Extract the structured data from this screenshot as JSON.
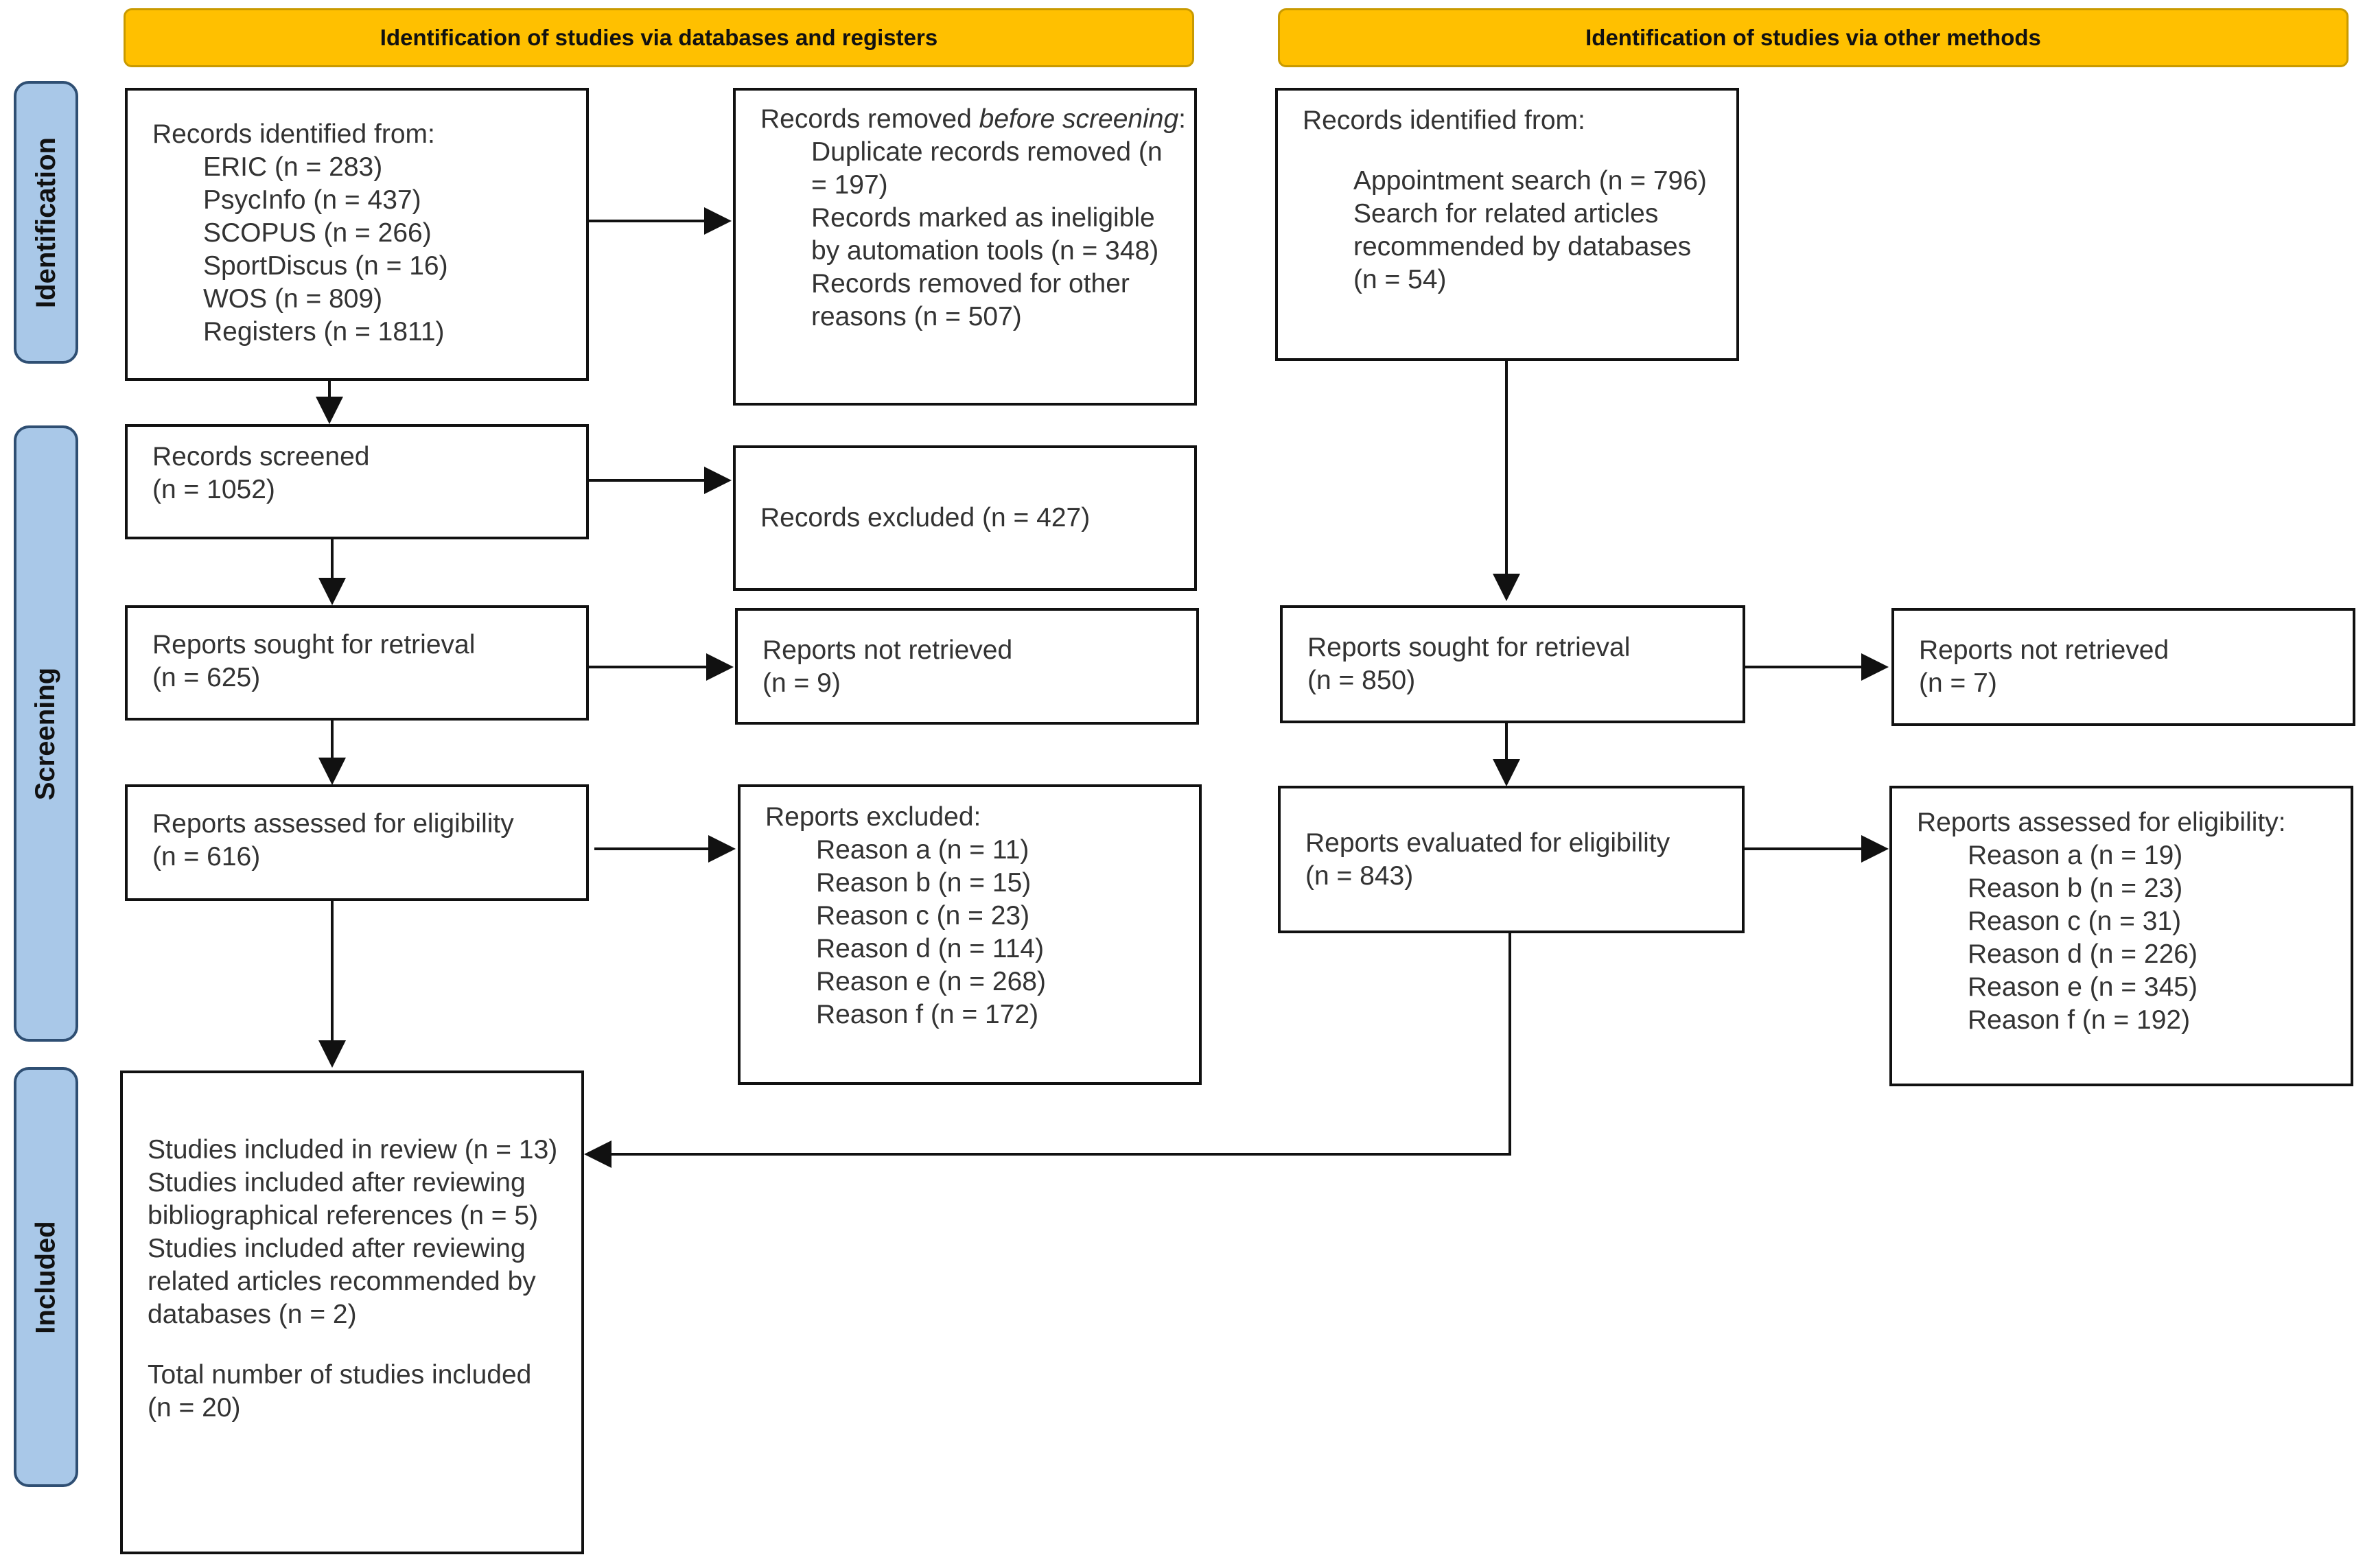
{
  "headers": {
    "left": "Identification of studies via databases and registers",
    "right": "Identification of studies via other methods"
  },
  "phases": {
    "identification": "Identification",
    "screening": "Screening",
    "included": "Included"
  },
  "databases": {
    "identified": {
      "title": "Records identified from:",
      "items": [
        "ERIC (n = 283)",
        "PsycInfo (n = 437)",
        "SCOPUS (n = 266)",
        "SportDiscus (n = 16)",
        "WOS (n = 809)",
        "Registers (n = 1811)"
      ]
    },
    "removed": {
      "title_pre": "Records removed ",
      "title_em": "before screening",
      "title_post": ":",
      "items": [
        "Duplicate records removed (n = 197)",
        "Records marked as ineligible by automation tools (n = 348)",
        "Records removed for other reasons (n = 507)"
      ]
    },
    "screened": {
      "line1": "Records screened",
      "line2": "(n = 1052)"
    },
    "excluded": {
      "text": "Records excluded (n = 427)"
    },
    "sought": {
      "line1": "Reports sought for retrieval",
      "line2": "(n = 625)"
    },
    "not_retrieved": {
      "line1": "Reports not retrieved",
      "line2": "(n = 9)"
    },
    "assessed": {
      "line1": "Reports assessed for eligibility",
      "line2": "(n = 616)"
    },
    "reports_excluded": {
      "title": "Reports excluded:",
      "items": [
        "Reason a (n = 11)",
        "Reason b (n = 15)",
        "Reason c (n = 23)",
        "Reason d (n = 114)",
        "Reason e (n = 268)",
        "Reason f (n = 172)"
      ]
    }
  },
  "other": {
    "identified": {
      "title": "Records identified from:",
      "items": [
        "Appointment search (n = 796)",
        "Search for related articles recommended by databases (n = 54)"
      ]
    },
    "sought": {
      "line1": "Reports sought for retrieval",
      "line2": "(n = 850)"
    },
    "not_retrieved": {
      "line1": "Reports not retrieved",
      "line2": "(n = 7)"
    },
    "evaluated": {
      "line1": "Reports evaluated for eligibility",
      "line2": "(n = 843)"
    },
    "assessed": {
      "title": "Reports assessed for eligibility:",
      "items": [
        "Reason a (n = 19)",
        "Reason b (n = 23)",
        "Reason c (n = 31)",
        "Reason d (n = 226)",
        "Reason e (n = 345)",
        "Reason f (n = 192)"
      ]
    }
  },
  "included": {
    "studies_review": "Studies included in review (n = 13)",
    "after_references": "Studies included after reviewing bibliographical references (n = 5)",
    "after_related": "Studies included after reviewing related articles recommended by databases (n = 2)",
    "total": "Total number of studies included (n = 20)"
  }
}
